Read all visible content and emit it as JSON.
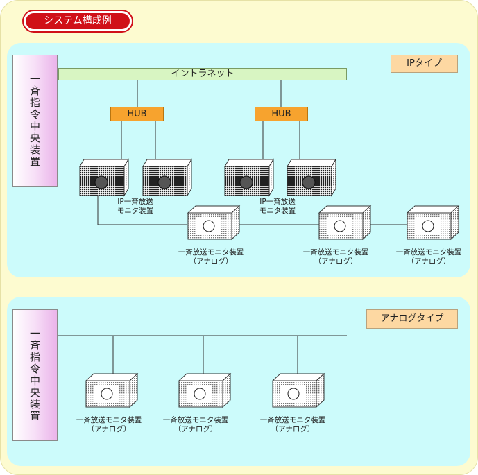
{
  "title": "システム構成例",
  "ip_section": {
    "type_label": "IPタイプ",
    "central_unit": "一斉指令中央装置",
    "network": "イントラネット",
    "hubs": [
      "HUB",
      "HUB"
    ],
    "ip_monitor_label": [
      "IP一斉放送",
      "モニタ装置"
    ],
    "analog_monitor_label": [
      "一斉放送モニタ装置",
      "（アナログ）"
    ]
  },
  "analog_section": {
    "type_label": "アナログタイプ",
    "central_unit": "一斉指令中央装置",
    "analog_monitor_label": [
      "一斉放送モニタ装置",
      "（アナログ）"
    ]
  }
}
